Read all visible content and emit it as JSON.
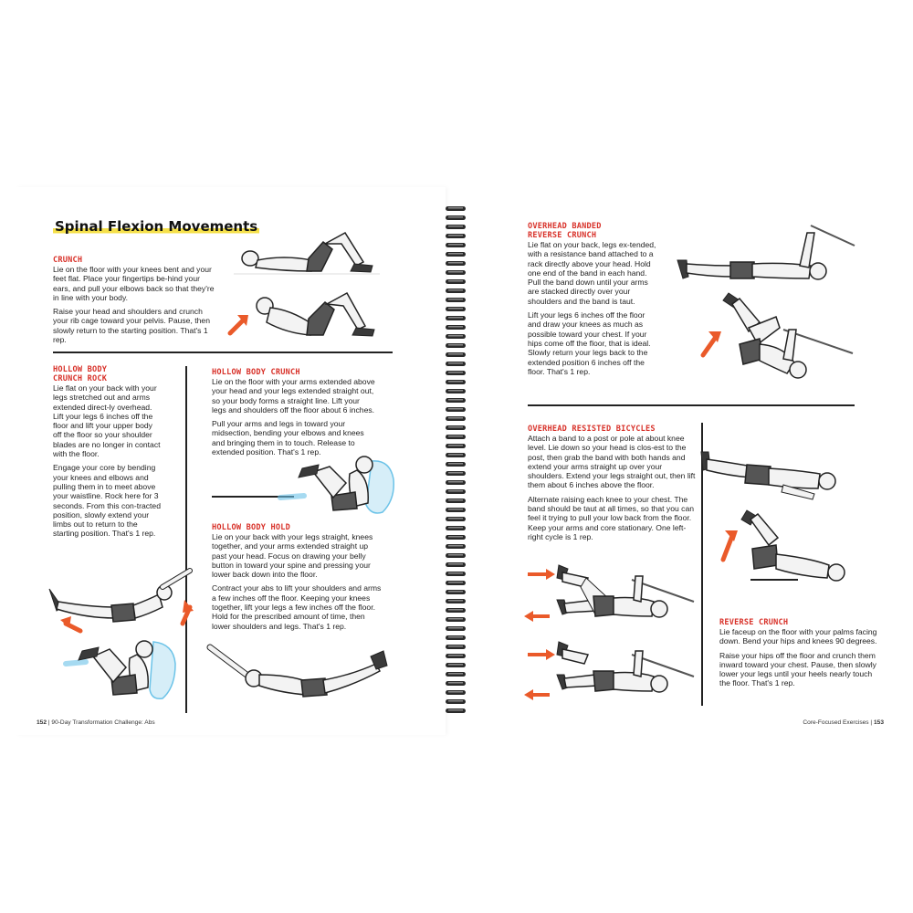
{
  "left": {
    "title": "Spinal Flexion Movements",
    "crunch": {
      "heading": "CRUNCH",
      "paragraphs": [
        "Lie on the floor with your knees bent and your feet flat. Place your fingertips be-hind your ears, and pull your elbows back so that they're in line with your body.",
        "Raise your head and shoulders and crunch your rib cage toward your pelvis. Pause, then slowly return to the starting position. That's 1 rep."
      ]
    },
    "hollow_body_crunch_rock": {
      "heading": "HOLLOW BODY\nCRUNCH ROCK",
      "paragraphs": [
        "Lie flat on your back with your legs stretched out and arms extended direct-ly overhead. Lift your legs 6 inches off the floor and lift your upper body off the floor so your shoulder blades are no longer in contact with the floor.",
        "Engage your core by bending your knees and elbows and pulling them in to meet above your waistline. Rock here for 3 seconds. From this con-tracted position, slowly extend your limbs out to return to the starting position. That's 1 rep."
      ]
    },
    "hollow_body_crunch": {
      "heading": "HOLLOW BODY CRUNCH",
      "paragraphs": [
        "Lie on the floor with your arms extended above your head and your legs extended straight out, so your body forms a straight line. Lift your legs and shoulders off the floor about 6 inches.",
        "Pull your arms and legs in toward your midsection, bending your elbows and knees and bringing them in to touch. Release to extended position. That's 1 rep."
      ]
    },
    "hollow_body_hold": {
      "heading": "HOLLOW BODY HOLD",
      "paragraphs": [
        "Lie on your back with your legs straight, knees together, and your arms extended straight up past your head. Focus on drawing your belly button in toward your spine and pressing your lower back down into the floor.",
        "Contract your abs to lift your shoulders and arms a few inches off the floor. Keeping your knees together, lift your legs a few inches off the floor. Hold for the prescribed amount of time, then lower shoulders and legs. That's 1 rep."
      ]
    },
    "footer_page": "152",
    "footer_text": "90-Day Transformation Challenge: Abs"
  },
  "right": {
    "overhead_banded_reverse_crunch": {
      "heading": "OVERHEAD BANDED\nREVERSE CRUNCH",
      "paragraphs": [
        "Lie flat on your back, legs ex-tended, with a resistance band attached to a rack directly above your head. Hold one end of the band in each hand. Pull the band down until your arms are stacked directly over your shoulders and the band is taut.",
        "Lift your legs 6 inches off the floor and draw your knees as much as possible toward your chest. If your hips come off the floor, that is ideal. Slowly return your legs back to the extended position 6 inches off the floor. That's 1 rep."
      ]
    },
    "overhead_resisted_bicycles": {
      "heading": "OVERHEAD RESISTED BICYCLES",
      "paragraphs": [
        "Attach a band to a post or pole at about knee level. Lie down so your head is clos-est to the post, then grab the band with both hands and extend your arms straight up over your shoulders. Extend your legs straight out, then lift them about 6 inches above the floor.",
        "Alternate raising each knee to your chest. The band should be taut at all times, so that you can feel it trying to pull your low back from the floor. Keep your arms and core stationary. One left-right cycle is 1 rep."
      ]
    },
    "reverse_crunch": {
      "heading": "REVERSE CRUNCH",
      "paragraphs": [
        "Lie faceup on the floor with your palms facing down. Bend your hips and knees 90 degrees.",
        "Raise your hips off the floor and crunch them inward toward your chest. Pause, then slowly lower your legs until your heels nearly touch the floor. That's 1 rep."
      ]
    },
    "footer_text": "Core-Focused Exercises",
    "footer_page": "153"
  },
  "colors": {
    "heading_red": "#d8322a",
    "title_highlight": "#f5e04a",
    "arrow_orange": "#ea5a2a",
    "ghost_blue": "#6cc3e8",
    "shorts_gray": "#555555",
    "shoe_gray": "#3a3a3a"
  }
}
